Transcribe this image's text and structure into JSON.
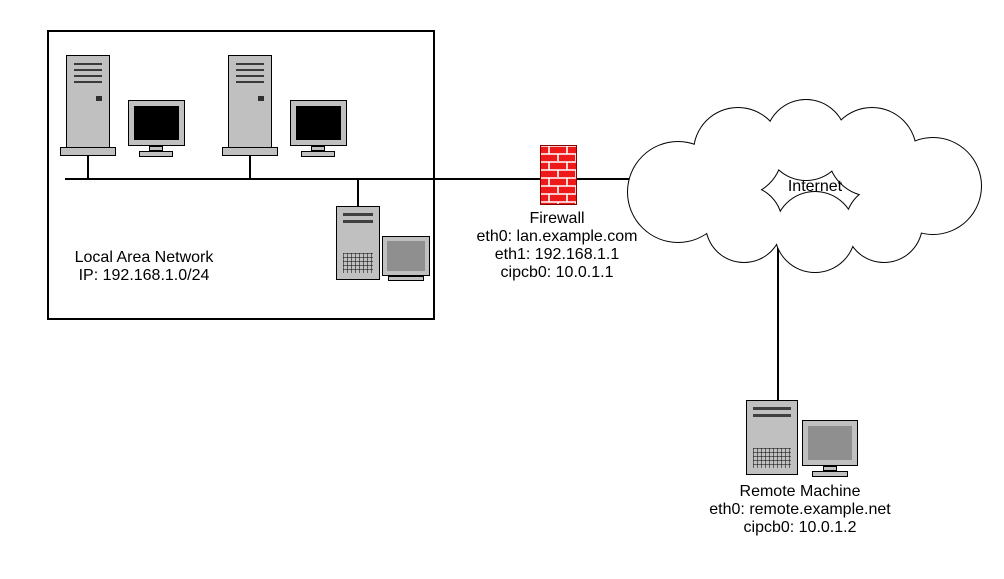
{
  "colors": {
    "firewall_red": "#ee1a1a",
    "device_gray": "#c0c0c0"
  },
  "lan": {
    "title": "Local Area Network",
    "subnet": "IP: 192.168.1.0/24"
  },
  "firewall": {
    "title": "Firewall",
    "lines": [
      "eth0: lan.example.com",
      "eth1: 192.168.1.1",
      "cipcb0: 10.0.1.1"
    ]
  },
  "internet": {
    "label": "Internet"
  },
  "remote": {
    "title": "Remote Machine",
    "lines": [
      "eth0: remote.example.net",
      "cipcb0: 10.0.1.2"
    ]
  }
}
